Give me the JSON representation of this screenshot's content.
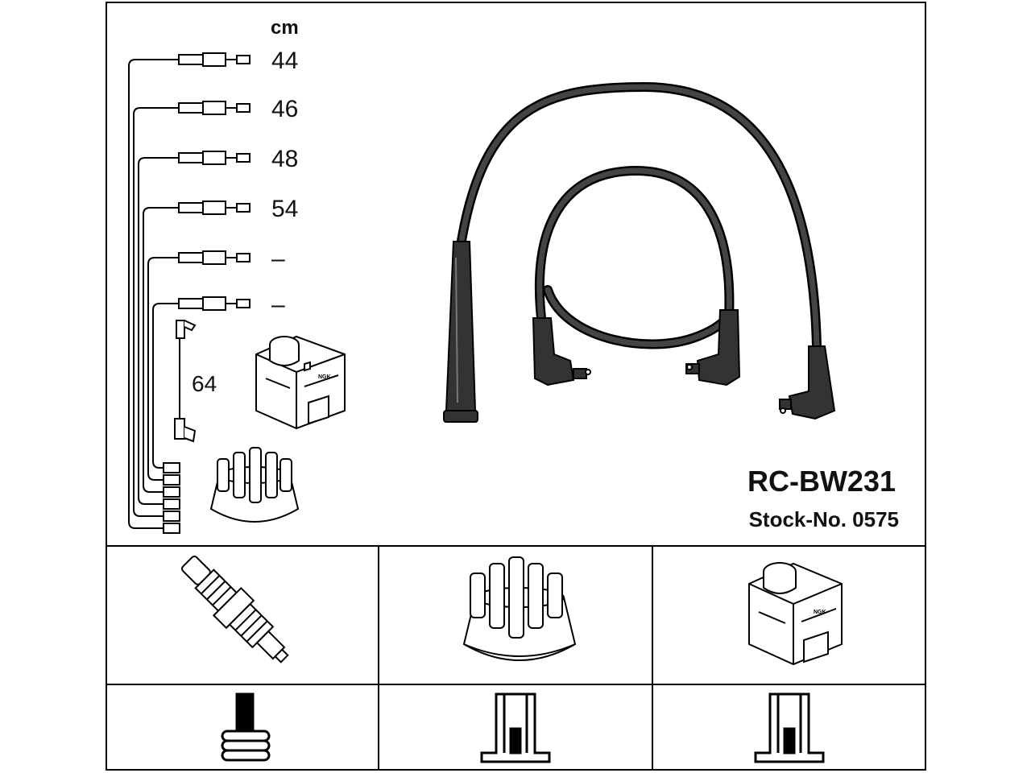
{
  "unit_label": "cm",
  "lengths": [
    "44",
    "46",
    "48",
    "54",
    "–",
    "–"
  ],
  "coil_length": "64",
  "product_code": "RC-BW231",
  "stock_number": "Stock-No. 0575",
  "coil_brand": "NGK",
  "components": [
    "spark-plug",
    "distributor-cap",
    "ignition-coil"
  ],
  "colors": {
    "line": "#000000",
    "cable": "#333333",
    "fill": "#ffffff"
  }
}
